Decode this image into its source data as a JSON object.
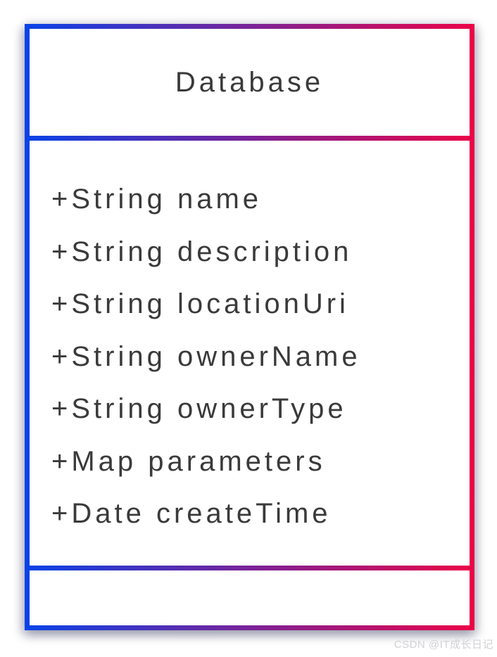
{
  "diagram": {
    "type": "uml-class",
    "class_name": "Database",
    "attributes": [
      "+String name",
      "+String description",
      "+String locationUri",
      "+String ownerName",
      "+String ownerType",
      "+Map parameters",
      "+Date createTime"
    ],
    "methods": []
  },
  "colors": {
    "border_gradient_start": "#0843E8",
    "border_gradient_mid": "#7A2398",
    "border_gradient_end": "#EC0348",
    "text": "#3A3A3A",
    "watermark": "#D2D2D5",
    "background": "#FFFFFF"
  },
  "watermark": {
    "text": "CSDN @IT成长日记"
  }
}
